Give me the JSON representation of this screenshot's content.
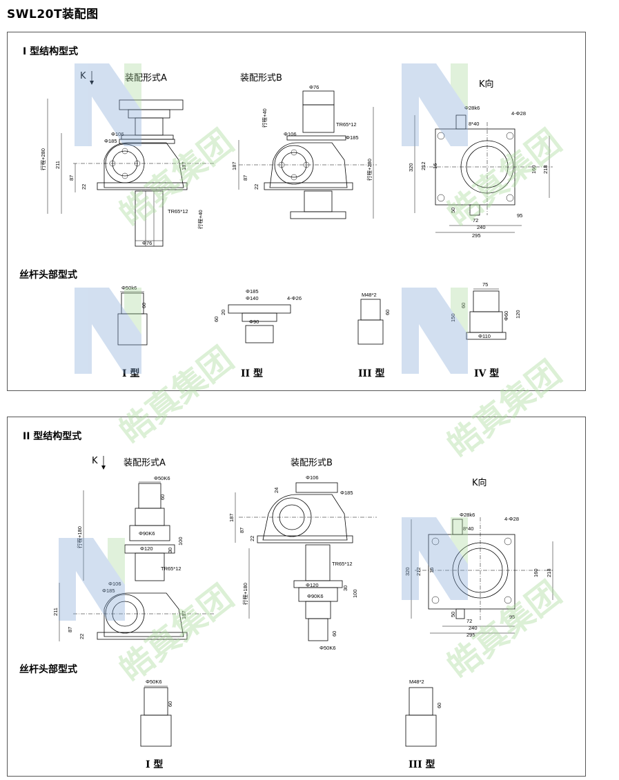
{
  "page_title": "SWL20T装配图",
  "section1": {
    "title": "I 型结构型式",
    "k_arrow": "K",
    "form_a": "装配形式A",
    "form_b": "装配形式B",
    "k_view": "K向",
    "head_title": "丝杆头部型式",
    "types": [
      "I 型",
      "II 型",
      "III 型",
      "IV 型"
    ]
  },
  "section2": {
    "title": "II 型结构型式",
    "k_arrow": "K",
    "form_a": "装配形式A",
    "form_b": "装配形式B",
    "k_view": "K向",
    "head_title": "丝杆头部型式",
    "types": [
      "I 型",
      "III 型"
    ]
  },
  "dims": {
    "phi106": "Φ106",
    "phi185": "Φ185",
    "phi76": "Φ76",
    "tr": "TR65*12",
    "stroke280": "行程+280",
    "stroke40": "行程+40",
    "d211": "211",
    "d187": "187",
    "d87": "87",
    "d22": "22",
    "phi28": "Φ28k6",
    "key": "8*40",
    "holes": "4-Φ28",
    "d320": "320",
    "d212": "212",
    "d16": "16",
    "d160": "160",
    "d218": "218",
    "d50": "50",
    "d72": "72",
    "d95": "95",
    "d240": "240",
    "d295": "295",
    "phi50": "Φ50k6",
    "d60": "60",
    "phi140": "Φ140",
    "holes26": "4-Φ26",
    "d20": "20",
    "phi90": "Φ90",
    "m48": "M48*2",
    "d75": "75",
    "d150": "150",
    "phi60": "Φ60",
    "d120": "120",
    "phi110": "Φ110",
    "phi50K": "Φ50K6",
    "phi90K": "Φ90K6",
    "phi120": "Φ120",
    "d30": "30",
    "d100": "100",
    "stroke180": "行程+180",
    "d24": "24"
  },
  "watermark": {
    "text": "皓真集团",
    "colors": [
      "#7fa6d6",
      "#a9d99a"
    ]
  }
}
